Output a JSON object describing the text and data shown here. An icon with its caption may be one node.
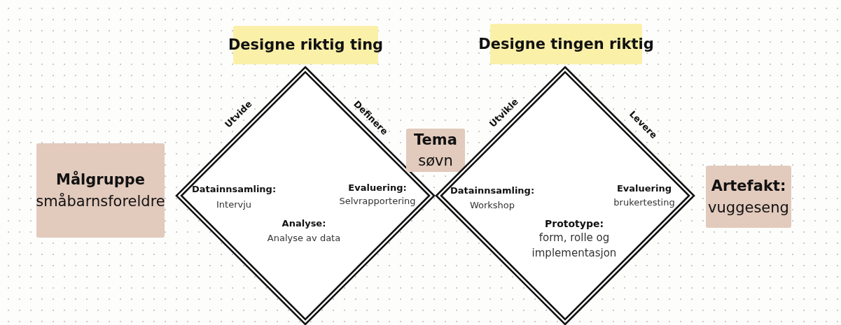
{
  "diagram": {
    "nodes": [
      {
        "text": [
          "Designe riktig ting"
        ]
      },
      {
        "text": [
          "Designe tingen riktig"
        ]
      },
      {
        "text": [
          "Målgruppe",
          "småbarnsforeldre"
        ]
      },
      {
        "text": [
          "Utvide",
          "Definere",
          "Datainnsamling:",
          "Intervju",
          "Evaluering:",
          "Selvrapportering",
          "Analyse:",
          "Analyse av data"
        ]
      },
      {
        "text": [
          "Tema",
          "søvn"
        ]
      },
      {
        "text": [
          "Utvikle",
          "Levere",
          "Datainnsamling:",
          "Workshop",
          "Evaluering",
          "brukertesting",
          "Prototype:",
          "form, rolle og implementasjon"
        ]
      },
      {
        "text": [
          "Artefakt:",
          "vuggeseng"
        ]
      }
    ]
  }
}
